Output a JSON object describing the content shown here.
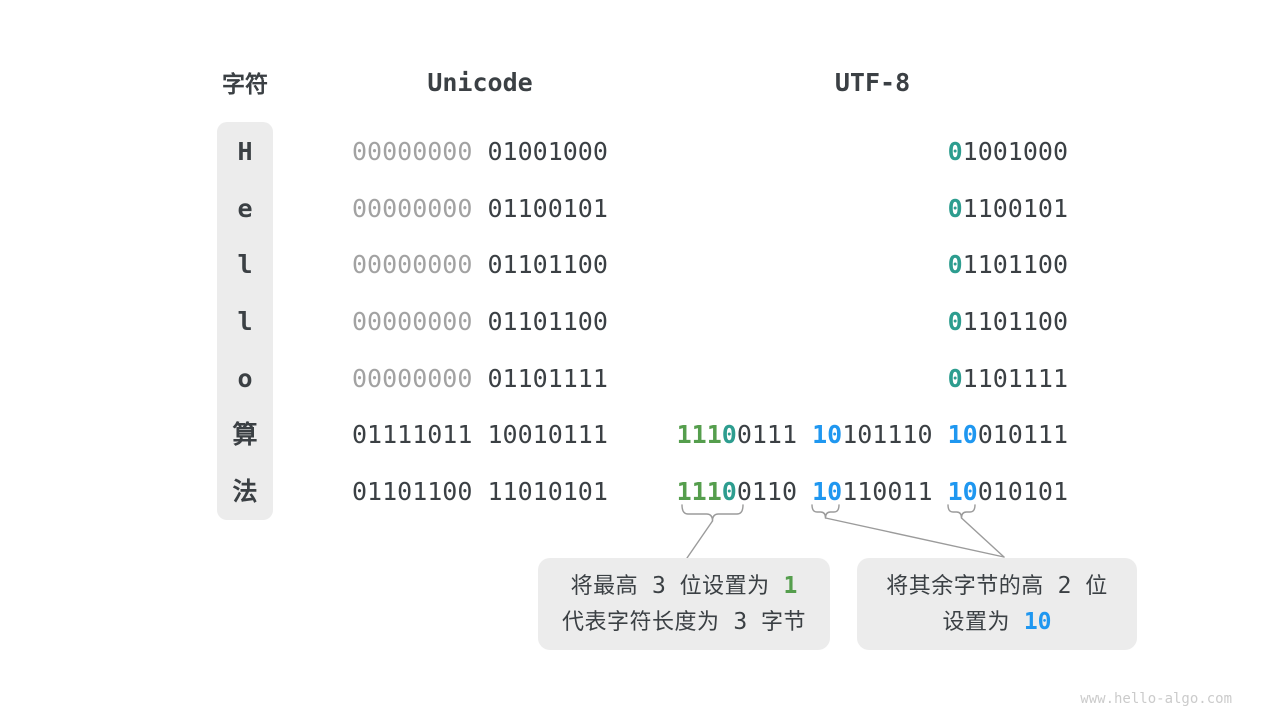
{
  "page": {
    "watermark": "www.hello-algo.com"
  },
  "colors": {
    "dark": "#3b4044",
    "gray": "#a2a2a2",
    "teal": "#2d9d8f",
    "green": "#559e4d",
    "blue": "#1f97f0",
    "panel_bg": "#ececec",
    "connector": "#9b9b9b",
    "watermark": "#cbcbcb"
  },
  "table": {
    "headers": {
      "char": "字符",
      "unicode": "Unicode",
      "utf8": "UTF-8"
    },
    "rows": [
      {
        "char": "H",
        "unicode": [
          [
            "00000000",
            "gray"
          ],
          [
            "01001000",
            "dark"
          ]
        ],
        "utf8": [
          [
            [
              "0",
              "teal"
            ],
            [
              "1001000",
              "dark"
            ]
          ]
        ]
      },
      {
        "char": "e",
        "unicode": [
          [
            "00000000",
            "gray"
          ],
          [
            "01100101",
            "dark"
          ]
        ],
        "utf8": [
          [
            [
              "0",
              "teal"
            ],
            [
              "1100101",
              "dark"
            ]
          ]
        ]
      },
      {
        "char": "l",
        "unicode": [
          [
            "00000000",
            "gray"
          ],
          [
            "01101100",
            "dark"
          ]
        ],
        "utf8": [
          [
            [
              "0",
              "teal"
            ],
            [
              "1101100",
              "dark"
            ]
          ]
        ]
      },
      {
        "char": "l",
        "unicode": [
          [
            "00000000",
            "gray"
          ],
          [
            "01101100",
            "dark"
          ]
        ],
        "utf8": [
          [
            [
              "0",
              "teal"
            ],
            [
              "1101100",
              "dark"
            ]
          ]
        ]
      },
      {
        "char": "o",
        "unicode": [
          [
            "00000000",
            "gray"
          ],
          [
            "01101111",
            "dark"
          ]
        ],
        "utf8": [
          [
            [
              "0",
              "teal"
            ],
            [
              "1101111",
              "dark"
            ]
          ]
        ]
      },
      {
        "char": "算",
        "unicode": [
          [
            "01111011",
            "dark"
          ],
          [
            "10010111",
            "dark"
          ]
        ],
        "utf8": [
          [
            [
              "111",
              "green"
            ],
            [
              "0",
              "teal"
            ],
            [
              "0111",
              "dark"
            ]
          ],
          [
            [
              "10",
              "blue"
            ],
            [
              "101110",
              "dark"
            ]
          ],
          [
            [
              "10",
              "blue"
            ],
            [
              "010111",
              "dark"
            ]
          ]
        ]
      },
      {
        "char": "法",
        "unicode": [
          [
            "01101100",
            "dark"
          ],
          [
            "11010101",
            "dark"
          ]
        ],
        "utf8": [
          [
            [
              "111",
              "green"
            ],
            [
              "0",
              "teal"
            ],
            [
              "0110",
              "dark"
            ]
          ],
          [
            [
              "10",
              "blue"
            ],
            [
              "110011",
              "dark"
            ]
          ],
          [
            [
              "10",
              "blue"
            ],
            [
              "010101",
              "dark"
            ]
          ]
        ]
      }
    ]
  },
  "callouts": [
    {
      "lines": [
        [
          {
            "t": "将最高",
            "mono": false
          },
          {
            "t": " 3 ",
            "mono": true
          },
          {
            "t": "位设置为",
            "mono": false
          },
          {
            "t": " 1",
            "mono": true,
            "color": "green",
            "bold": true
          }
        ],
        [
          {
            "t": "代表字符长度为",
            "mono": false
          },
          {
            "t": " 3 ",
            "mono": true
          },
          {
            "t": "字节",
            "mono": false
          }
        ]
      ]
    },
    {
      "lines": [
        [
          {
            "t": "将其余字节的高",
            "mono": false
          },
          {
            "t": " 2 ",
            "mono": true
          },
          {
            "t": "位",
            "mono": false
          }
        ],
        [
          {
            "t": "设置为",
            "mono": false
          },
          {
            "t": " 10",
            "mono": true,
            "color": "blue",
            "bold": true
          }
        ]
      ]
    }
  ]
}
